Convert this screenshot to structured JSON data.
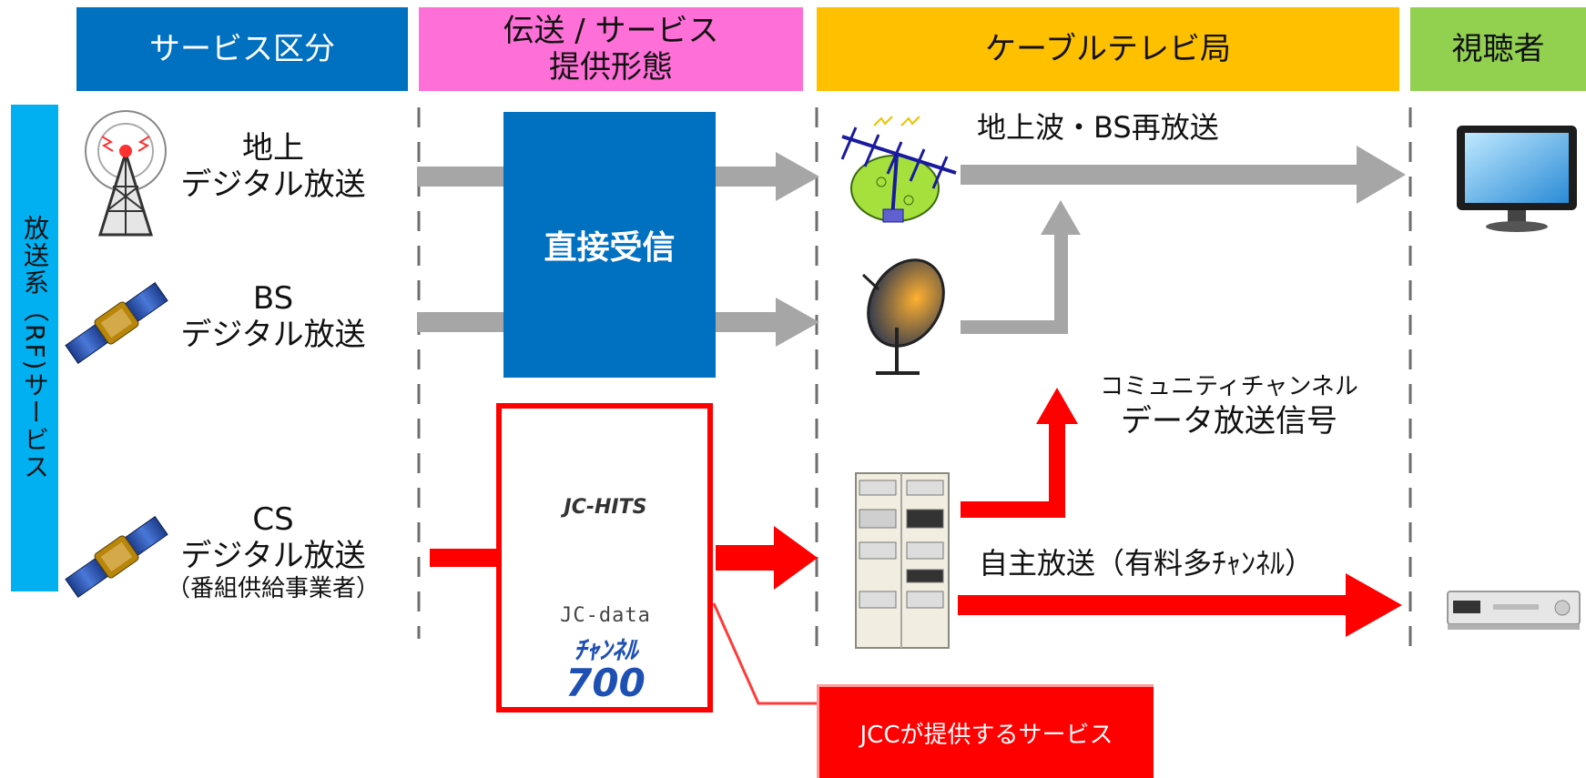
{
  "headers": {
    "service_category": "サービス区分",
    "transmission_line1": "伝送 / サービス",
    "transmission_line2": "提供形態",
    "cable_station": "ケーブルテレビ局",
    "viewer": "視聴者"
  },
  "side_label": "放送系（RF)サービス",
  "sources": {
    "terrestrial_line1": "地上",
    "terrestrial_line2": "デジタル放送",
    "bs_line1": "BS",
    "bs_line2": "デジタル放送",
    "cs_line1": "CS",
    "cs_line2": "デジタル放送",
    "cs_line3": "（番組供給事業者）"
  },
  "direct_reception": "直接受信",
  "jcc_services": {
    "jc_hits": "JC-HITS",
    "jc_data": "JC-data",
    "ch700_line1": "ﾁｬﾝﾈﾙ",
    "ch700_line2": "700"
  },
  "flows": {
    "rebroadcast": "地上波・BS再放送",
    "community_line1": "コミュニティチャンネル",
    "community_line2": "データ放送信号",
    "own_broadcast": "自主放送（有料多ﾁｬﾝﾈﾙ）"
  },
  "callout": "JCCが提供するサービス",
  "colors": {
    "service_header": "#0070c0",
    "transmission_header": "#ff6fd8",
    "cable_header": "#ffc000",
    "viewer_header": "#92d050",
    "side_bar": "#00b0f0",
    "direct_box": "#0070c0",
    "jcc_red": "#ff0000",
    "arrow_gray": "#a6a6a6"
  }
}
